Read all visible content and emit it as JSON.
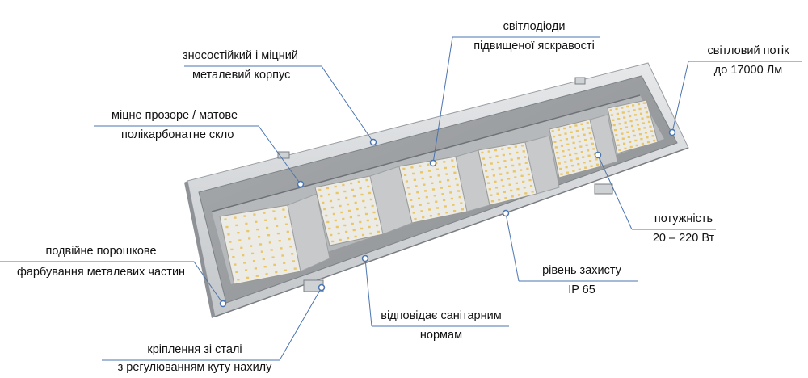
{
  "annotations": [
    {
      "id": "housing",
      "lines": [
        "зносостійкий і міцний",
        "металевий корпус"
      ]
    },
    {
      "id": "glass",
      "lines": [
        "міцне прозоре / матове",
        "полікарбонатне  скло"
      ]
    },
    {
      "id": "leds",
      "lines": [
        "світлодіоди",
        "підвищеної яскравості"
      ]
    },
    {
      "id": "flux",
      "lines": [
        "світловий потік",
        "до 17000 Лм"
      ]
    },
    {
      "id": "power",
      "lines": [
        "потужність",
        "20 – 220 Вт"
      ]
    },
    {
      "id": "protection",
      "lines": [
        "рівень захисту",
        "IP 65"
      ]
    },
    {
      "id": "sanitary",
      "lines": [
        "відповідає санітарним",
        "нормам"
      ]
    },
    {
      "id": "coating",
      "lines": [
        "подвійне порошкове",
        "фарбування металевих частин"
      ]
    },
    {
      "id": "mount",
      "lines": [
        "кріплення зі сталі",
        "з регулюванням куту нахилу"
      ]
    }
  ],
  "colors": {
    "callout": "#4a74b0",
    "housing": "#d9dcdf",
    "led_board": "#ecebe6",
    "led": "#e8c66a"
  }
}
